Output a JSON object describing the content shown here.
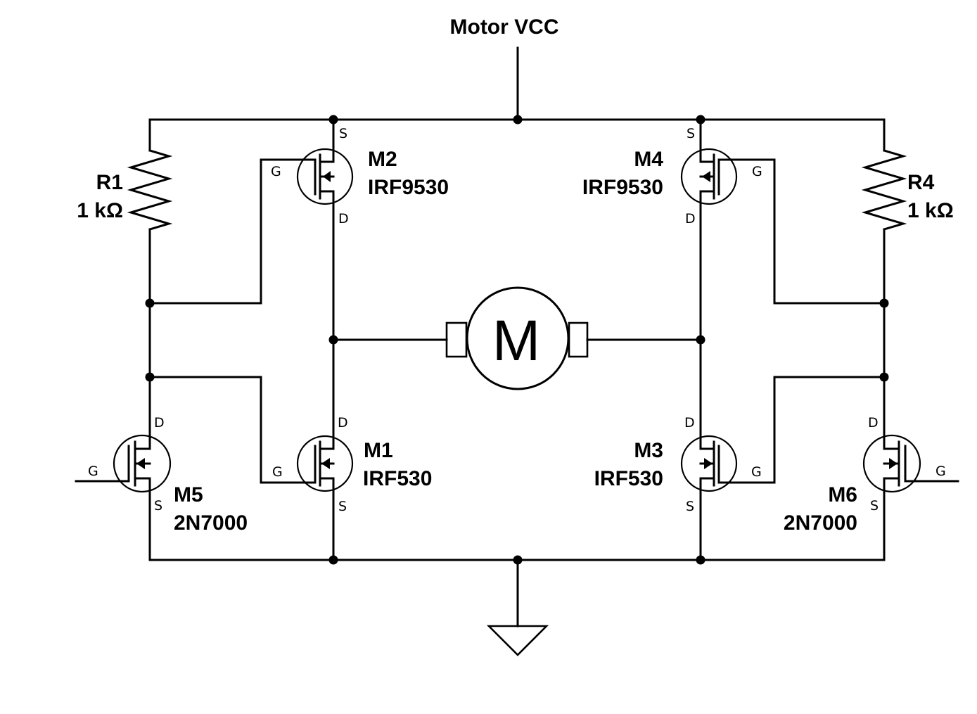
{
  "supply": {
    "label": "Motor VCC"
  },
  "motor": {
    "letter": "M"
  },
  "resistors": [
    {
      "ref": "R1",
      "value": "1 kΩ"
    },
    {
      "ref": "R4",
      "value": "1 kΩ"
    }
  ],
  "transistors": {
    "m1": {
      "ref": "M1",
      "part": "IRF530",
      "type": "N-channel MOSFET",
      "pins": {
        "gate": "G",
        "drain": "D",
        "source": "S"
      }
    },
    "m2": {
      "ref": "M2",
      "part": "IRF9530",
      "type": "P-channel MOSFET",
      "pins": {
        "gate": "G",
        "drain": "D",
        "source": "S"
      }
    },
    "m3": {
      "ref": "M3",
      "part": "IRF530",
      "type": "N-channel MOSFET",
      "pins": {
        "gate": "G",
        "drain": "D",
        "source": "S"
      }
    },
    "m4": {
      "ref": "M4",
      "part": "IRF9530",
      "type": "P-channel MOSFET",
      "pins": {
        "gate": "G",
        "drain": "D",
        "source": "S"
      }
    },
    "m5": {
      "ref": "M5",
      "part": "2N7000",
      "type": "N-channel MOSFET",
      "pins": {
        "gate": "G",
        "drain": "D",
        "source": "S"
      }
    },
    "m6": {
      "ref": "M6",
      "part": "2N7000",
      "type": "N-channel MOSFET",
      "pins": {
        "gate": "G",
        "drain": "D",
        "source": "S"
      }
    }
  },
  "ground": {
    "symbol": "ground-triangle"
  }
}
